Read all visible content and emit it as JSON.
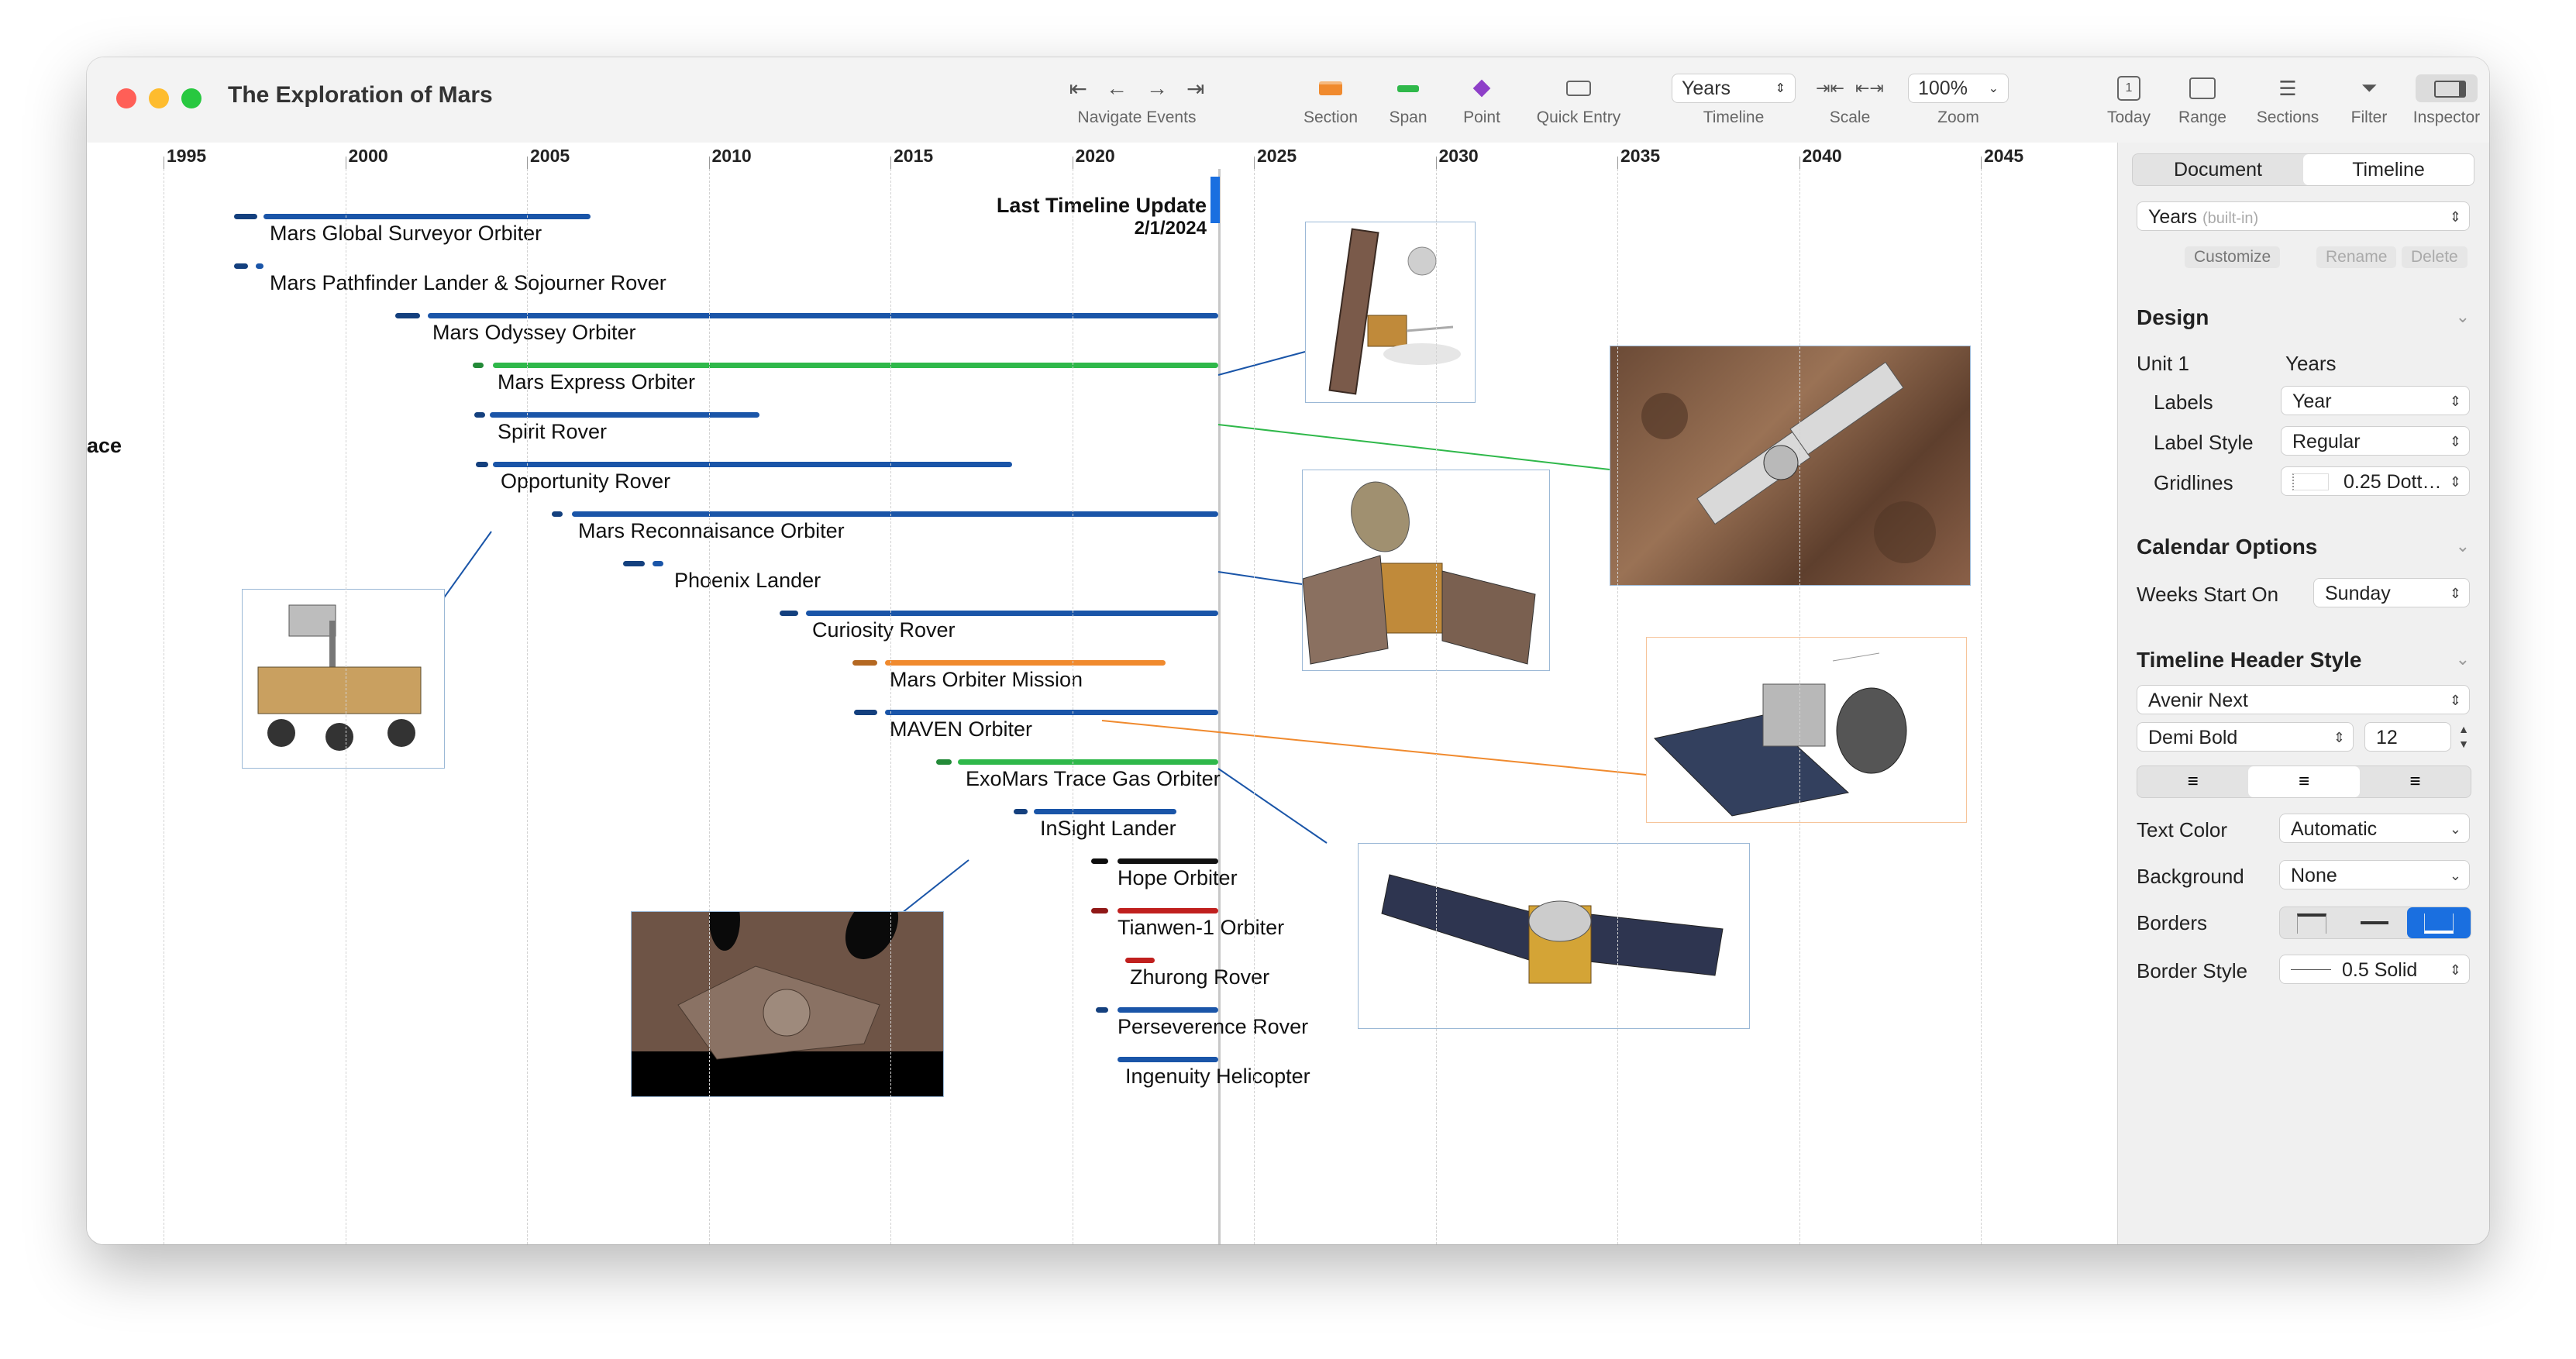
{
  "window": {
    "title": "The Exploration of Mars"
  },
  "toolbar": {
    "navigate_label": "Navigate Events",
    "section_label": "Section",
    "span_label": "Span",
    "point_label": "Point",
    "quick_entry_label": "Quick Entry",
    "timeline_value": "Years",
    "timeline_label": "Timeline",
    "scale_label": "Scale",
    "zoom_value": "100%",
    "zoom_label": "Zoom",
    "today_label": "Today",
    "range_label": "Range",
    "sections_label": "Sections",
    "filter_label": "Filter",
    "inspector_label": "Inspector"
  },
  "ruler": {
    "years": [
      "1995",
      "2000",
      "2005",
      "2010",
      "2015",
      "2020",
      "2025",
      "2030",
      "2035",
      "2040",
      "2045"
    ]
  },
  "last_update": {
    "title": "Last Timeline Update",
    "date": "2/1/2024"
  },
  "section_fragment": "ace",
  "events": [
    {
      "label": "Mars Global Surveyor Orbiter",
      "color": "#1a55a8"
    },
    {
      "label": "Mars Pathfinder Lander & Sojourner Rover",
      "color": "#1a55a8"
    },
    {
      "label": "Mars Odyssey Orbiter",
      "color": "#1a55a8"
    },
    {
      "label": "Mars Express Orbiter",
      "color": "#2fb84a"
    },
    {
      "label": "Spirit Rover",
      "color": "#1a55a8"
    },
    {
      "label": "Opportunity Rover",
      "color": "#1a55a8"
    },
    {
      "label": "Mars Reconnaisance Orbiter",
      "color": "#1a55a8"
    },
    {
      "label": "Phoenix Lander",
      "color": "#1a55a8"
    },
    {
      "label": "Curiosity Rover",
      "color": "#1a55a8"
    },
    {
      "label": "Mars Orbiter Mission",
      "color": "#f08a2e"
    },
    {
      "label": "MAVEN Orbiter",
      "color": "#1a55a8"
    },
    {
      "label": "ExoMars Trace Gas Orbiter",
      "color": "#2fb84a"
    },
    {
      "label": "InSight Lander",
      "color": "#1a55a8"
    },
    {
      "label": "Hope Orbiter",
      "color": "#111111"
    },
    {
      "label": "Tianwen-1 Orbiter",
      "color": "#c0201e"
    },
    {
      "label": "Zhurong Rover",
      "color": "#c0201e"
    },
    {
      "label": "Perseverence Rover",
      "color": "#1a55a8"
    },
    {
      "label": "Ingenuity Helicopter",
      "color": "#1a55a8"
    }
  ],
  "inspector": {
    "tab_document": "Document",
    "tab_timeline": "Timeline",
    "timeline_select": "Years",
    "timeline_select_note": "(built-in)",
    "customize_label": "Customize",
    "rename_label": "Rename",
    "delete_label": "Delete",
    "design_head": "Design",
    "unit_label": "Unit 1",
    "unit_value": "Years",
    "labels_label": "Labels",
    "labels_value": "Year",
    "label_style_label": "Label Style",
    "label_style_value": "Regular",
    "gridlines_label": "Gridlines",
    "gridlines_value": "0.25 Dott…",
    "calendar_head": "Calendar Options",
    "weeks_label": "Weeks Start On",
    "weeks_value": "Sunday",
    "header_style_head": "Timeline Header Style",
    "font_family": "Avenir Next",
    "font_weight": "Demi Bold",
    "font_size": "12",
    "text_color_label": "Text Color",
    "text_color_value": "Automatic",
    "background_label": "Background",
    "background_value": "None",
    "borders_label": "Borders",
    "border_style_label": "Border Style",
    "border_style_value": "0.5 Solid"
  },
  "colors": {
    "accent": "#1a6fe0",
    "span_blue": "#1a55a8",
    "span_green": "#2fb84a",
    "span_orange": "#f08a2e"
  }
}
